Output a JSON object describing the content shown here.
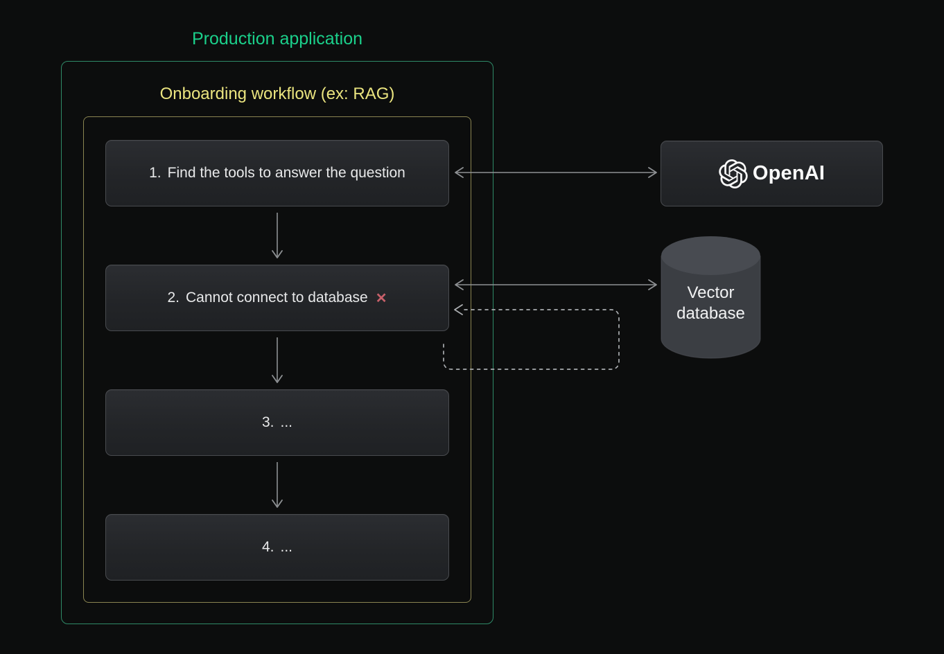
{
  "diagram": {
    "production_label": "Production application",
    "workflow_label": "Onboarding workflow (ex: RAG)",
    "steps": [
      {
        "number": "1.",
        "text": "Find the tools to answer the question"
      },
      {
        "number": "2.",
        "text": "Cannot connect to database",
        "error_icon": "✕"
      },
      {
        "number": "3.",
        "text": "..."
      },
      {
        "number": "4.",
        "text": "..."
      }
    ],
    "external": {
      "openai": {
        "label": "OpenAI",
        "icon": "openai-logo-icon"
      },
      "vector_db": {
        "line1": "Vector",
        "line2": "database",
        "icon": "database-cylinder-icon"
      }
    }
  },
  "colors": {
    "background": "#0c0d0d",
    "production_border": "#2f8a68",
    "production_title": "#1bd08b",
    "workflow_border": "#8b8551",
    "workflow_title": "#eae47f",
    "error_x": "#c7606a",
    "arrow": "#8e9194",
    "dashed_arrow": "#aaadb0"
  }
}
